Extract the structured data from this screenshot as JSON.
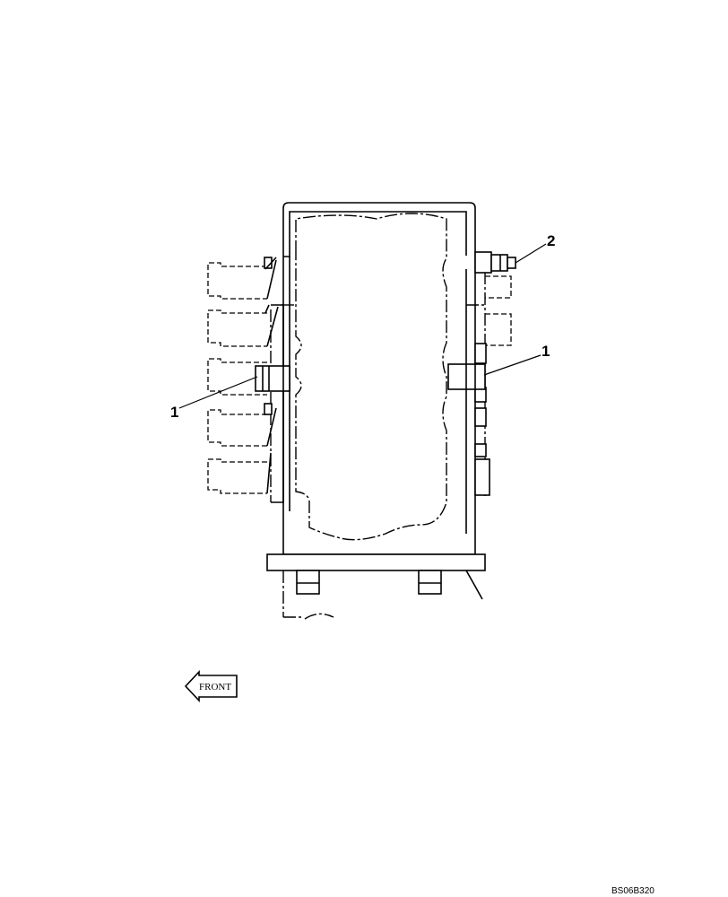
{
  "callouts": {
    "left_1": "1",
    "right_1": "1",
    "right_2": "2"
  },
  "front_label": "FRONT",
  "figure_code": "BS06B320"
}
